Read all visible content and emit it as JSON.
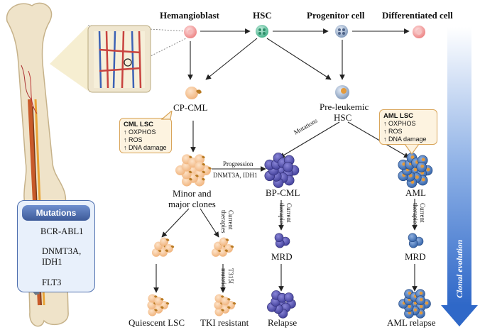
{
  "header": {
    "hemangioblast": "Hemangioblast",
    "hsc": "HSC",
    "progenitor": "Progenitor cell",
    "differentiated": "Differentiated cell"
  },
  "nodes": {
    "cp_cml": "CP-CML",
    "pre_leukemic_line1": "Pre-leukemic",
    "pre_leukemic_line2": "HSC",
    "minor_major_line1": "Minor and",
    "minor_major_line2": "major clones",
    "bp_cml": "BP-CML",
    "aml": "AML",
    "mrd_left": "MRD",
    "mrd_right": "MRD",
    "quiescent": "Quiescent LSC",
    "tki_resistant": "TKI resistant",
    "relapse": "Relapse",
    "aml_relapse": "AML relapse"
  },
  "arrow_labels": {
    "mutations": "Mutations",
    "progression": "Progression",
    "progression_genes": "DNMT3A, IDH1",
    "current_therapies_1_a": "Current",
    "current_therapies_1_b": "therapies",
    "current_therapies_2_a": "Current",
    "current_therapies_2_b": "therapies",
    "current_therapies_3_a": "Current",
    "current_therapies_3_b": "therapies",
    "t315i_a": "T315I",
    "t315i_b": "mutation"
  },
  "cml_lsc": {
    "title": "CML LSC",
    "lines": [
      "↑ OXPHOS",
      "↑ ROS",
      "↑ DNA damage"
    ]
  },
  "aml_lsc": {
    "title": "AML LSC",
    "lines": [
      "↑ OXPHOS",
      "↑ ROS",
      "↑ DNA damage"
    ]
  },
  "legend": {
    "title": "Mutations",
    "items": [
      {
        "label_line1": "BCR-ABL1",
        "label_line2": ""
      },
      {
        "label_line1": "DNMT3A,",
        "label_line2": "IDH1"
      },
      {
        "label_line1": "FLT3",
        "label_line2": ""
      }
    ]
  },
  "side_arrow": {
    "label": "Clonal evolution"
  },
  "colors": {
    "hsc_green": "#5fbf9c",
    "progenitor_blue": "#7d96b8",
    "hemangioblast_pink": "#f08c8c",
    "differentiated_pink": "#f2a6a6",
    "cml_orange": "#f4c29a",
    "bcr_abl_brown": "#c98a2e",
    "blast_purple": "#5a5ab0",
    "aml_blue": "#4f77b8",
    "evolution_blue": "#2f68c8",
    "callout_border": "#d9a55a",
    "legend_border": "#4e6fae"
  }
}
